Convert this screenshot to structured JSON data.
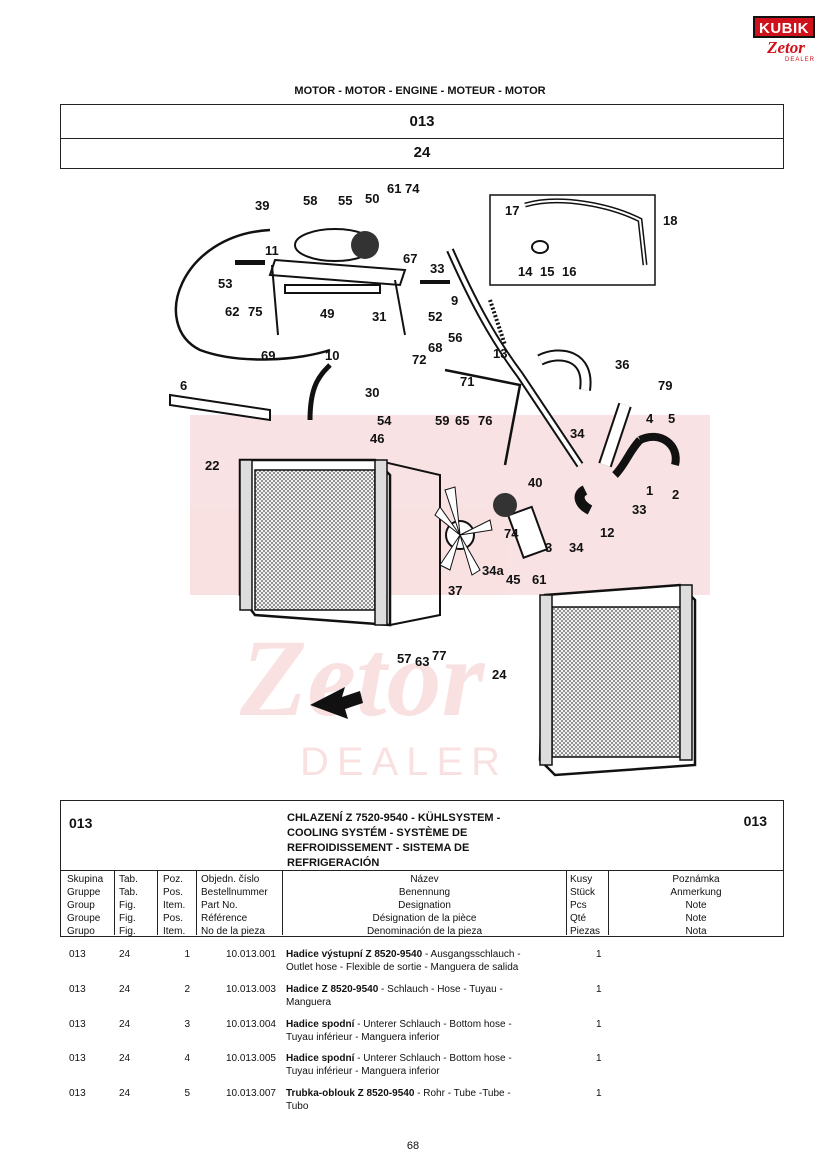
{
  "logo": {
    "brand": "KUBIK",
    "make": "Zetor",
    "sub": "DEALER"
  },
  "header": {
    "title": "MOTOR - MOTOR - ENGINE - MOTEUR - MOTOR",
    "group_code": "013",
    "figure": "24"
  },
  "diagram": {
    "callouts": [
      "39",
      "58",
      "55",
      "50",
      "61",
      "74",
      "17",
      "18",
      "11",
      "67",
      "53",
      "33",
      "49",
      "14",
      "15",
      "16",
      "62",
      "75",
      "31",
      "52",
      "69",
      "56",
      "9",
      "13",
      "10",
      "68",
      "72",
      "71",
      "36",
      "79",
      "6",
      "30",
      "54",
      "59",
      "65",
      "76",
      "4",
      "5",
      "34",
      "22",
      "46",
      "40",
      "1",
      "2",
      "12",
      "33",
      "74",
      "3",
      "34",
      "34a",
      "45",
      "61",
      "37",
      "57",
      "63",
      "77",
      "24"
    ]
  },
  "group": {
    "code_left": "013",
    "code_right": "013",
    "name_lines": [
      "CHLAZENÍ Z 7520-9540 - KÜHLSYSTEM -",
      "COOLING SYSTÉM - SYSTÈME DE",
      "REFROIDISSEMENT - SISTEMA DE",
      "REFRIGERACIÓN"
    ]
  },
  "columns": {
    "group": [
      "Skupina",
      "Gruppe",
      "Group",
      "Groupe",
      "Grupo"
    ],
    "fig": [
      "Tab.",
      "Tab.",
      "Fig.",
      "Fig.",
      "Fig."
    ],
    "item": [
      "Poz.",
      "Pos.",
      "Item.",
      "Pos.",
      "Item."
    ],
    "part": [
      "Objedn. číslo",
      "Bestellnummer",
      "Part No.",
      "Référence",
      "No de la pieza"
    ],
    "name": [
      "Název",
      "Benennung",
      "Designation",
      "Désignation de la pièce",
      "Denominación de la pieza"
    ],
    "qty": [
      "Kusy",
      "Stück",
      "Pcs",
      "Qté",
      "Piezas"
    ],
    "note": [
      "Poznámka",
      "Anmerkung",
      "Note",
      "Note",
      "Nota"
    ]
  },
  "rows": [
    {
      "group": "013",
      "fig": "24",
      "item": "1",
      "part": "10.013.001",
      "bold": "Hadice výstupní Z 8520-9540",
      "rest1": " -  Ausgangsschlauch -",
      "line2": "Outlet hose - Flexible de sortie - Manguera de salida",
      "qty": "1"
    },
    {
      "group": "013",
      "fig": "24",
      "item": "2",
      "part": "10.013.003",
      "bold": "Hadice Z 8520-9540",
      "rest1": " - Schlauch - Hose - Tuyau -",
      "line2": "Manguera",
      "qty": "1"
    },
    {
      "group": "013",
      "fig": "24",
      "item": "3",
      "part": "10.013.004",
      "bold": "Hadice spodní",
      "rest1": " - Unterer Schlauch - Bottom hose -",
      "line2": "Tuyau inférieur - Manguera inferior",
      "qty": "1"
    },
    {
      "group": "013",
      "fig": "24",
      "item": "4",
      "part": "10.013.005",
      "bold": "Hadice spodní",
      "rest1": " - Unterer Schlauch - Bottom hose -",
      "line2": "Tuyau inférieur - Manguera inferior",
      "qty": "1"
    },
    {
      "group": "013",
      "fig": "24",
      "item": "5",
      "part": "10.013.007",
      "bold": "Trubka-oblouk Z 8520-9540",
      "rest1": " - Rohr - Tube -Tube -",
      "line2": "Tubo",
      "qty": "1"
    }
  ],
  "page_number": "68"
}
